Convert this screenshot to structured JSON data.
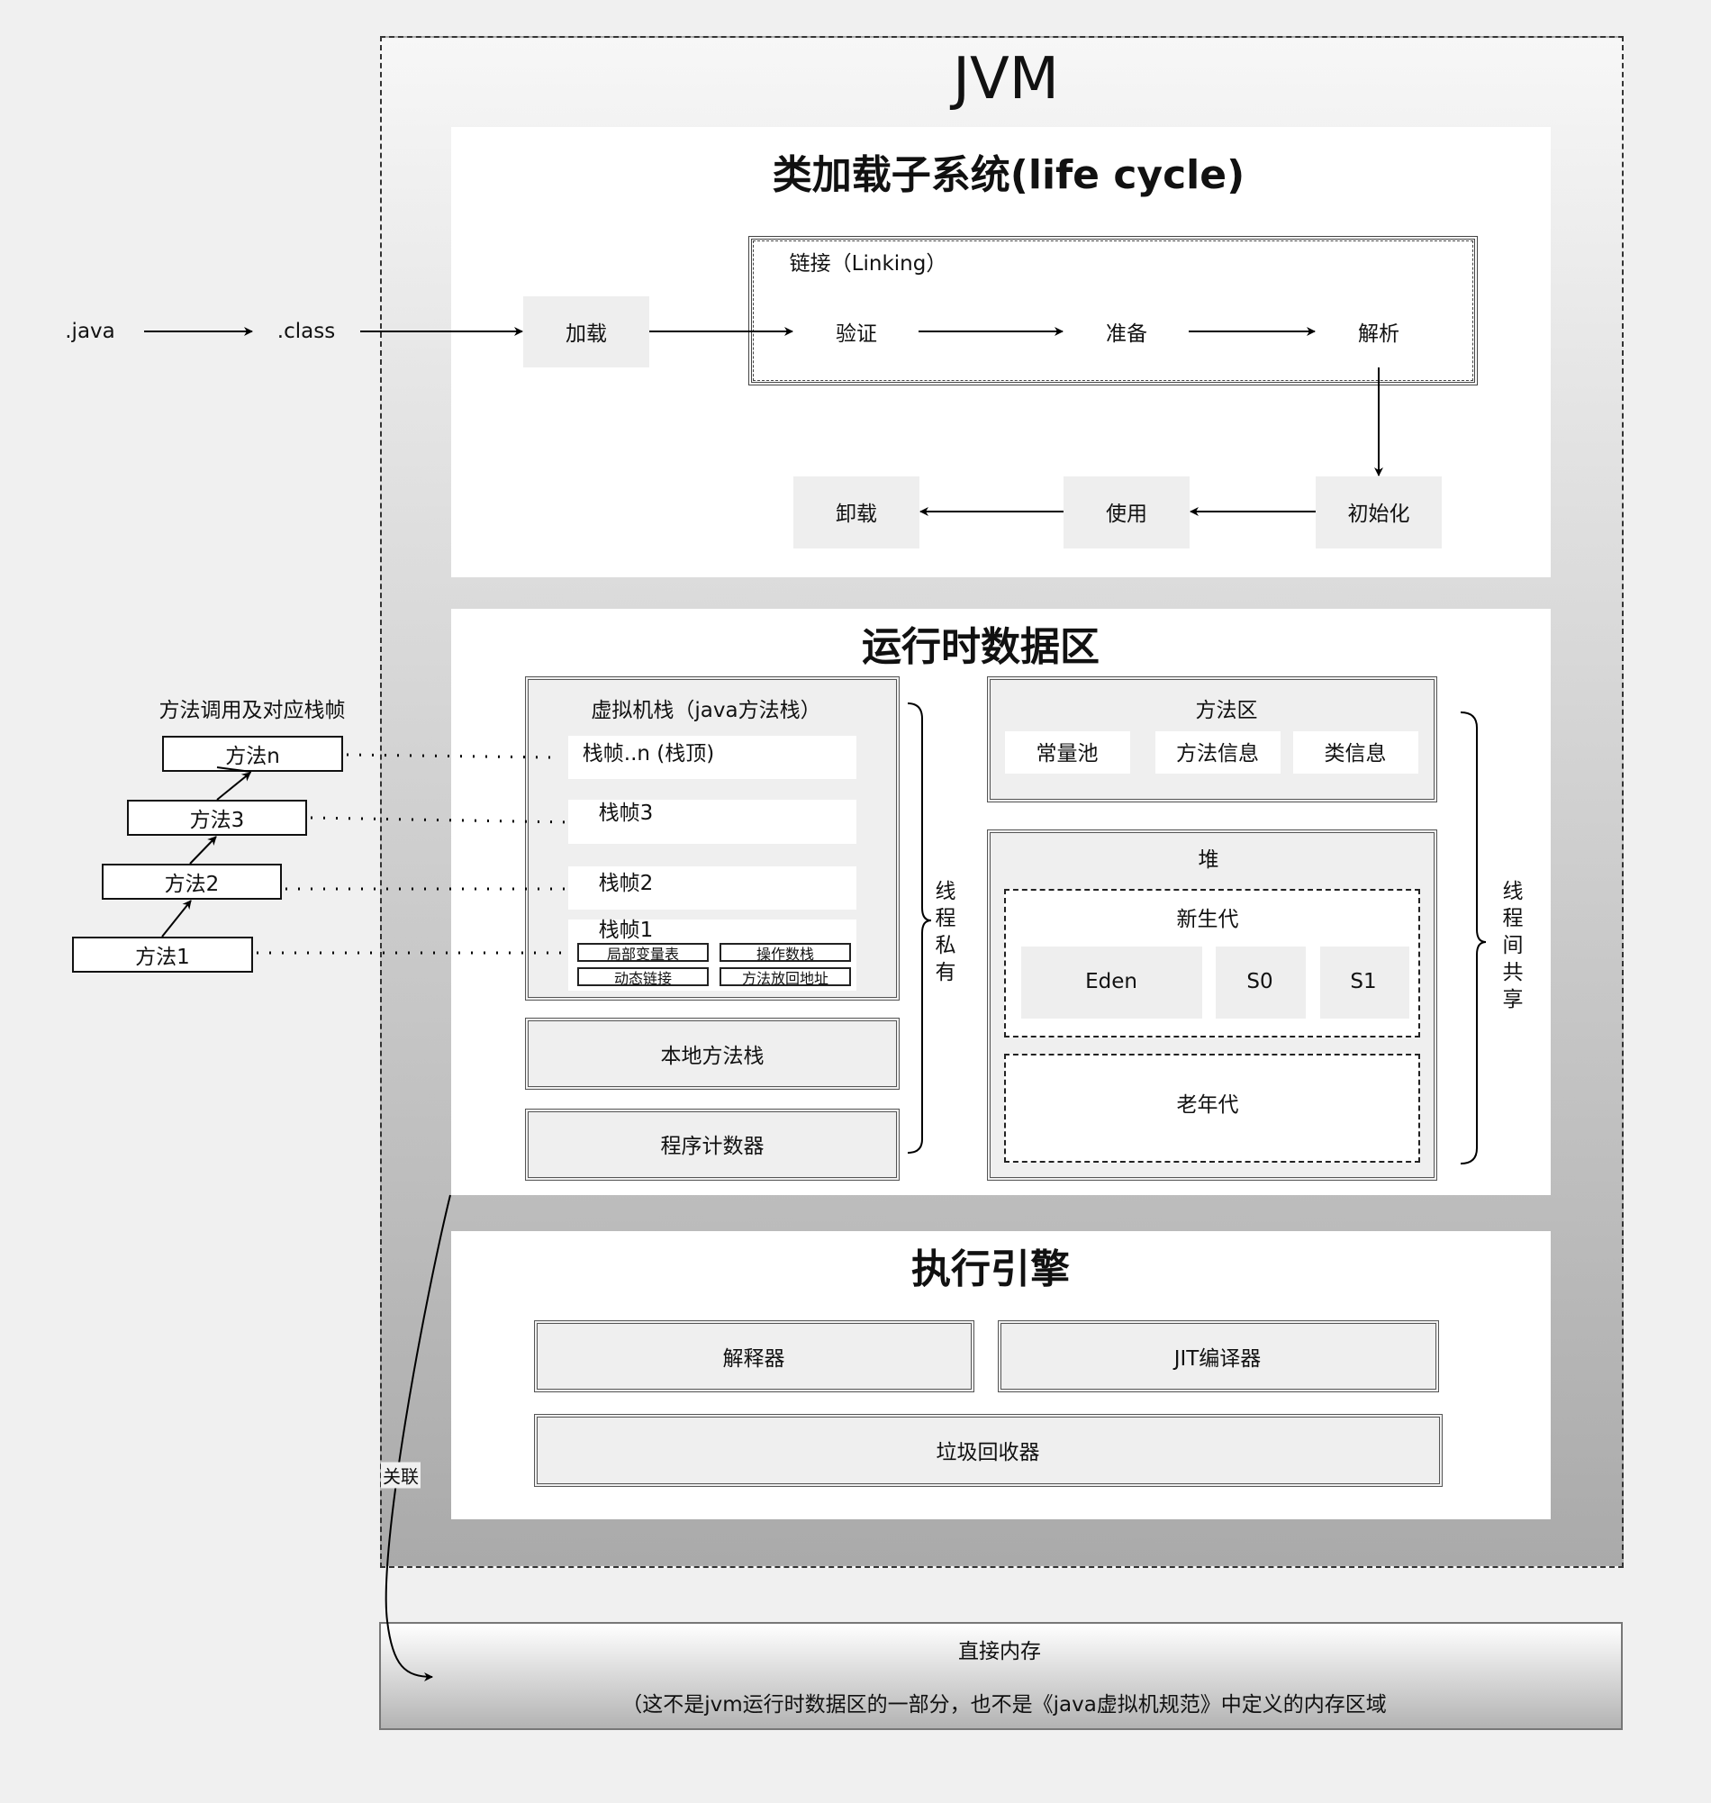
{
  "jvm": {
    "title": "JVM"
  },
  "class_loader": {
    "title": "类加载子系统(life cycle)",
    "java_file": ".java",
    "class_file": ".class",
    "load": "加载",
    "linking": {
      "label": "链接（Linking）",
      "verify": "验证",
      "prepare": "准备",
      "resolve": "解析"
    },
    "initialize": "初始化",
    "use": "使用",
    "unload": "卸载"
  },
  "runtime": {
    "title": "运行时数据区",
    "vm_stack": {
      "title": "虚拟机栈（java方法栈）",
      "frames": [
        "栈帧..n (栈顶)",
        "栈帧3",
        "栈帧2",
        "栈帧1"
      ],
      "frame_parts": [
        "局部变量表",
        "操作数栈",
        "动态链接",
        "方法放回地址"
      ]
    },
    "native_stack": "本地方法栈",
    "pc": "程序计数器",
    "thread_private": "线程私有",
    "method_area": {
      "title": "方法区",
      "items": [
        "常量池",
        "方法信息",
        "类信息"
      ]
    },
    "heap": {
      "title": "堆",
      "young": "新生代",
      "young_parts": [
        "Eden",
        "S0",
        "S1"
      ],
      "old": "老年代"
    },
    "thread_shared": "线程间共享"
  },
  "calls": {
    "title": "方法调用及对应栈帧",
    "methods": [
      "方法n",
      "方法3",
      "方法2",
      "方法1"
    ]
  },
  "engine": {
    "title": "执行引擎",
    "interpreter": "解释器",
    "jit": "JIT编译器",
    "gc": "垃圾回收器"
  },
  "direct_memory": {
    "title": "直接内存",
    "note": "（这不是jvm运行时数据区的一部分，也不是《java虚拟机规范》中定义的内存区域"
  },
  "relation_label": "关联"
}
